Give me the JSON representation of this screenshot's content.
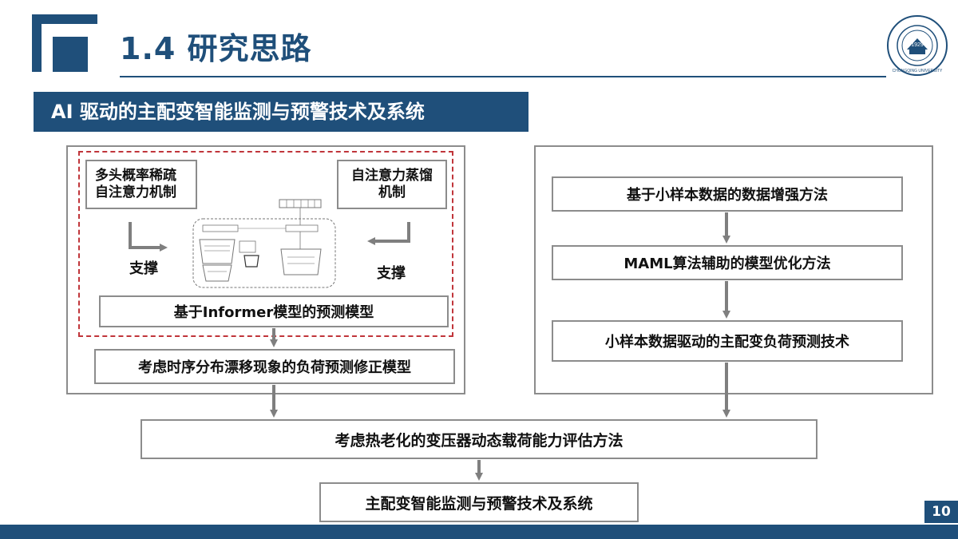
{
  "header": {
    "title": "1.4 研究思路",
    "university_seal_text": "CHONGQING UNIVERSITY",
    "university_seal_year": "1929"
  },
  "banner": {
    "text": "AI 驱动的主配变智能监测与预警技术及系统"
  },
  "left_panel": {
    "box_multi_head": "多头概率稀疏自注意力机制",
    "box_multi_head_line1": "多头概率稀疏",
    "box_multi_head_line2": "自注意力机制",
    "box_distill_line1": "自注意力蒸馏",
    "box_distill_line2": "机制",
    "support_left": "支撑",
    "support_right": "支撑",
    "box_informer": "基于Informer模型的预测模型",
    "box_correction": "考虑时序分布漂移现象的负荷预测修正模型"
  },
  "right_panel": {
    "box_augment": "基于小样本数据的数据增强方法",
    "box_maml": "MAML算法辅助的模型优化方法",
    "box_small_sample": "小样本数据驱动的主配变负荷预测技术"
  },
  "bottom": {
    "box_thermal": "考虑热老化的变压器动态载荷能力评估方法",
    "box_system": "主配变智能监测与预警技术及系统"
  },
  "footer": {
    "page_number": "10"
  },
  "colors": {
    "primary": "#1f4f7a",
    "box_border": "#8c8c8c",
    "dashed": "#c0353a",
    "arrow": "#7f7f7f"
  }
}
